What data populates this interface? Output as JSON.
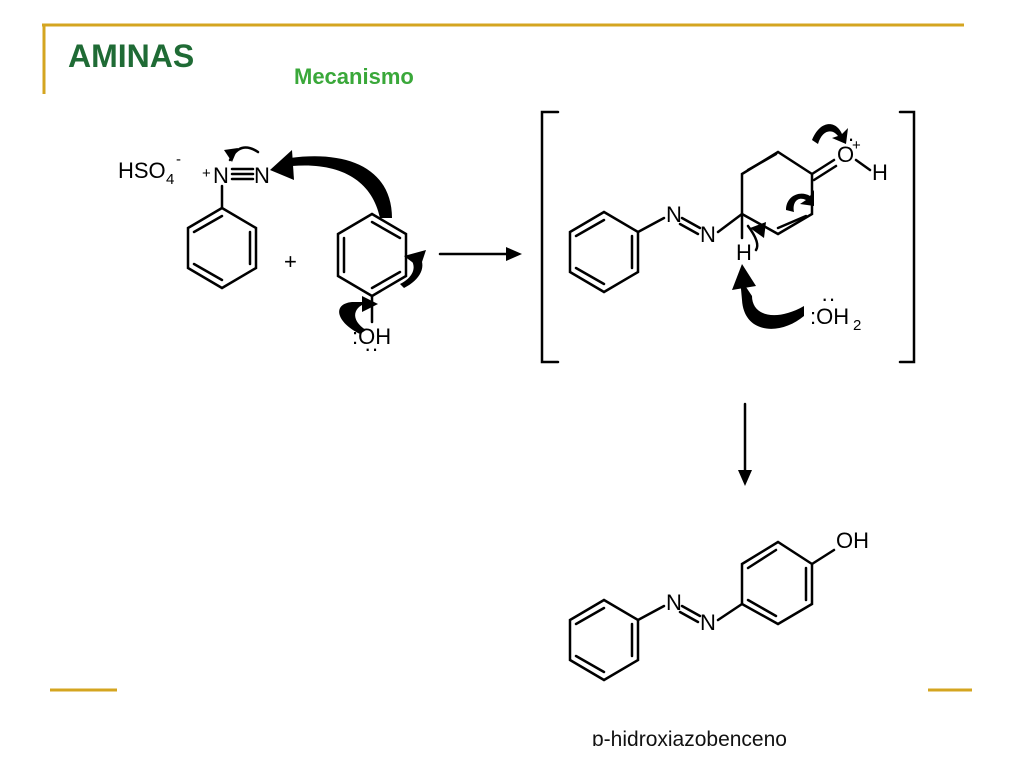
{
  "slide": {
    "title": "AMINAS",
    "subtitle": "Mecanismo",
    "caption": "p-hidroxiazobenceno"
  },
  "labels": {
    "hso4": "HSO",
    "hso4_sub": "4",
    "hso4_sup": "-",
    "n_plus": "+",
    "n1": "N",
    "n2": "N",
    "plus_sign": "+",
    "oh_phenol": ":OH",
    "inter_n1": "N",
    "inter_n2": "N",
    "inter_h": "H",
    "inter_o": "O",
    "inter_oplus": "+",
    "inter_oh_h": "H",
    "water": ":OH",
    "water_sub": "2",
    "prod_n1": "N",
    "prod_n2": "N",
    "prod_oh": "OH"
  },
  "colors": {
    "title": "#1f6b35",
    "subtitle": "#3aa83a",
    "accent_lines": "#d4a520"
  }
}
